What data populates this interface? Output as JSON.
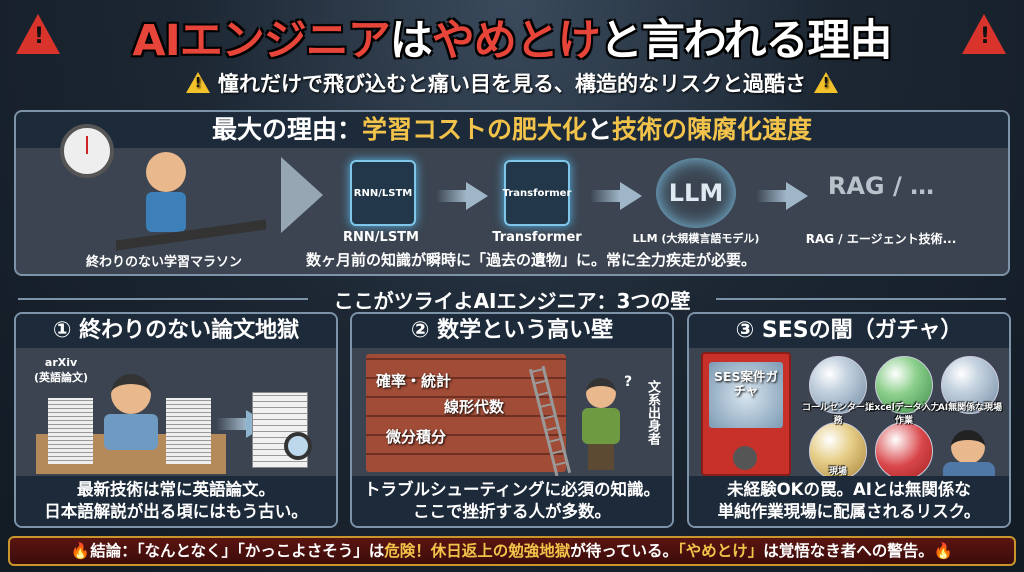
{
  "header": {
    "title_part1": "AIエンジニア",
    "title_part2": "は",
    "title_part3": "やめとけ",
    "title_part4": "と言われる理由",
    "subtitle": "憧れだけで飛び込むと痛い目を見る、構造的なリスクと過酷さ",
    "warning_icon": "!"
  },
  "main_reason": {
    "title_prefix": "最大の理由：",
    "title_highlight1": "学習コストの肥大化",
    "title_mid": "と",
    "title_highlight2": "技術の陳腐化速度",
    "stages": [
      {
        "box": "RNN/LSTM",
        "label": "RNN/LSTM"
      },
      {
        "box": "Transformer",
        "label": "Transformer"
      },
      {
        "box": "LLM",
        "label": "LLM (大規模言語モデル)"
      },
      {
        "box": "RAG / …",
        "label": "RAG / エージェント技術..."
      }
    ],
    "runner_caption": "終わりのない学習マラソン",
    "caption": "数ヶ月前の知識が瞬時に「過去の遺物」に。常に全力疾走が必要。"
  },
  "walls_title": "ここがツライよAIエンジニア：3つの壁",
  "cards": [
    {
      "title": "① 終わりのない論文地獄",
      "tag": "arXiv",
      "tag2": "(英語論文)",
      "caption1": "最新技術は常に英語論文。",
      "caption2": "日本語解説が出る頃にはもう古い。"
    },
    {
      "title": "② 数学という高い壁",
      "wall_labels": [
        "確率・統計",
        "線形代数",
        "微分積分"
      ],
      "person_label": "文系出身者",
      "caption1": "トラブルシューティングに必須の知識。",
      "caption2": "ここで挫折する人が多数。"
    },
    {
      "title": "③ SESの闇（ガチャ）",
      "machine_label": "SES案件ガチャ",
      "bubbles": [
        "コールセンター業務",
        "Excelデータ入力作業",
        "AI無関係な現場",
        "現場"
      ],
      "caption1": "未経験OKの罠。AIとは無関係な",
      "caption2": "単純作業現場に配属されるリスク。"
    }
  ],
  "conclusion": {
    "p1": "結論：「なんとなく」「かっこよさそう」は",
    "p2": "危険！休日返上の勉強地獄",
    "p3": "が待っている。",
    "p4": "「やめとけ」",
    "p5": "は覚悟なき者への警告。"
  },
  "colors": {
    "accent_red": "#e8453a",
    "gold": "#f2c34a",
    "panel_border": "#7d93a8"
  }
}
